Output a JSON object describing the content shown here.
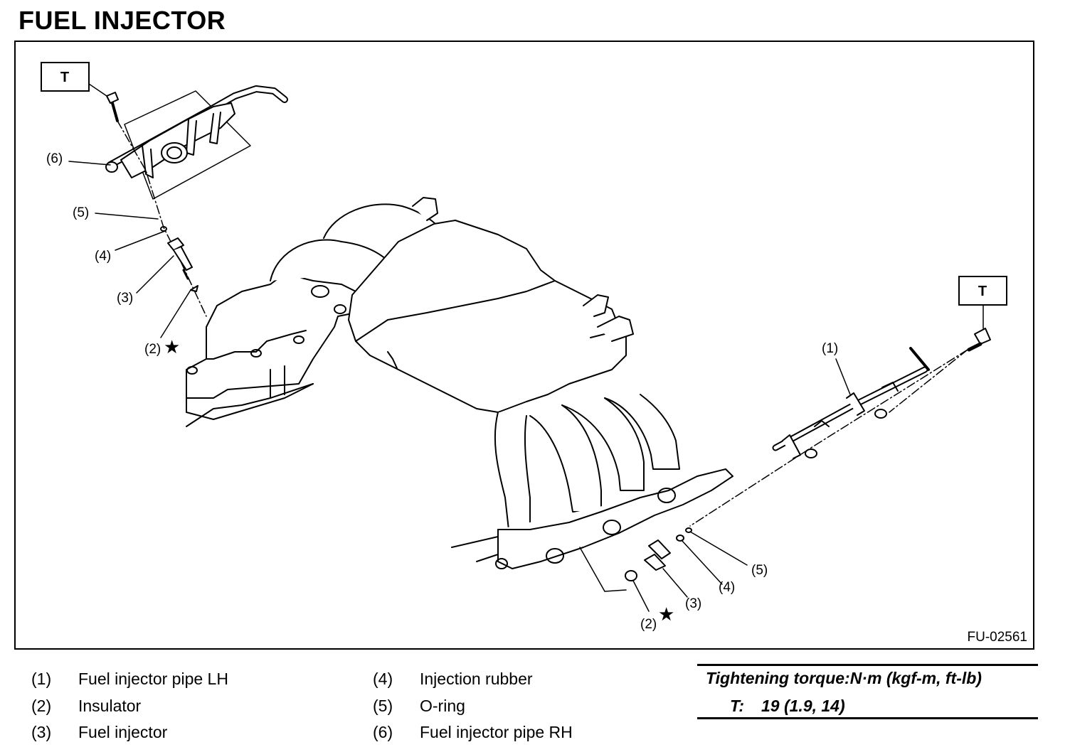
{
  "title": "FUEL INJECTOR",
  "figure_id": "FU-02561",
  "torque_box_label": "T",
  "star_symbol": "★",
  "callouts": {
    "c6": "(6)",
    "c5l": "(5)",
    "c4l": "(4)",
    "c3l": "(3)",
    "c2l": "(2)",
    "c1": "(1)",
    "c5r": "(5)",
    "c4r": "(4)",
    "c3r": "(3)",
    "c2r": "(2)"
  },
  "legend": [
    {
      "num": "(1)",
      "name": "Fuel injector pipe LH"
    },
    {
      "num": "(2)",
      "name": "Insulator"
    },
    {
      "num": "(3)",
      "name": "Fuel injector"
    },
    {
      "num": "(4)",
      "name": "Injection rubber"
    },
    {
      "num": "(5)",
      "name": "O-ring"
    },
    {
      "num": "(6)",
      "name": "Fuel injector pipe RH"
    }
  ],
  "torque": {
    "heading": "Tightening torque:N·m (kgf-m, ft-lb)",
    "key": "T:",
    "value": "19 (1.9, 14)"
  }
}
